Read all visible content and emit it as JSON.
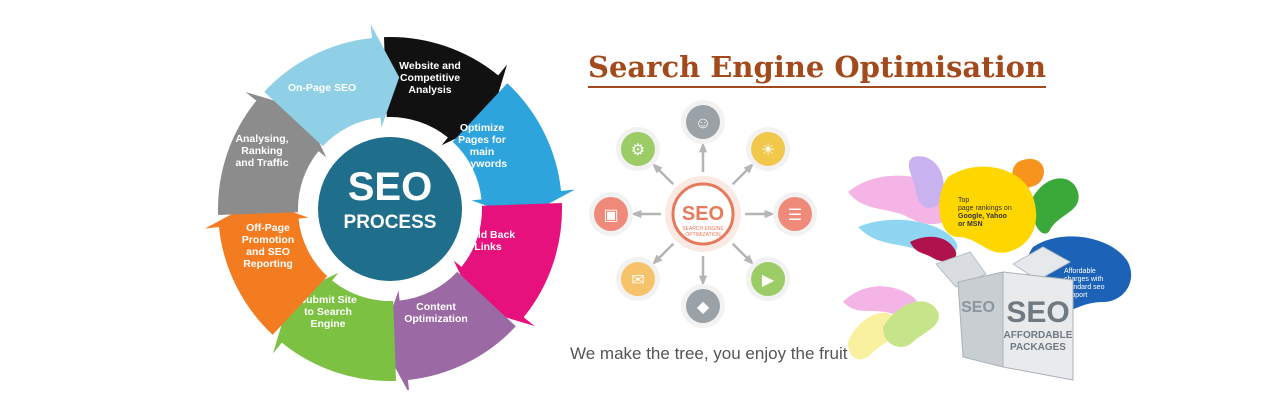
{
  "banner": {
    "title": "Search Engine Optimisation",
    "tagline": "We make the tree, you enjoy the fruit"
  },
  "cycle": {
    "hub_line1": "SEO",
    "hub_line2": "PROCESS",
    "hub_color": "#1f6e8c",
    "steps": [
      {
        "lines": [
          "Website and",
          "Competitive",
          "Analysis"
        ],
        "color": "#111111",
        "text_color": "#ffffff"
      },
      {
        "lines": [
          "Optimize",
          "Pages for",
          "main",
          "Keywords"
        ],
        "color": "#2ea4dc",
        "text_color": "#ffffff"
      },
      {
        "lines": [
          "Build Back",
          "Links"
        ],
        "color": "#e6117c",
        "text_color": "#ffffff"
      },
      {
        "lines": [
          "Content",
          "Optimization"
        ],
        "color": "#9b6aa4",
        "text_color": "#ffffff"
      },
      {
        "lines": [
          "Submit Site",
          "to Search",
          "Engine"
        ],
        "color": "#7cc142",
        "text_color": "#ffffff"
      },
      {
        "lines": [
          "Off-Page",
          "Promotion",
          "and SEO",
          "Reporting"
        ],
        "color": "#f47c20",
        "text_color": "#ffffff"
      },
      {
        "lines": [
          "Analysing,",
          "Ranking",
          "and Traffic"
        ],
        "color": "#8c8c8c",
        "text_color": "#ffffff"
      },
      {
        "lines": [
          "On-Page SEO"
        ],
        "color": "#8fd0e6",
        "text_color": "#ffffff"
      }
    ]
  },
  "network": {
    "center_line1": "SEO",
    "center_line2": "SEARCH ENGINE",
    "center_line3": "OPTIMIZATION",
    "center_color": "#e77a5a",
    "icons": [
      {
        "name": "users-icon",
        "color": "#9aa2a8"
      },
      {
        "name": "lightbulb-icon",
        "color": "#f2c84b"
      },
      {
        "name": "sitemap-icon",
        "color": "#ef8a7a"
      },
      {
        "name": "megaphone-icon",
        "color": "#9ccc65"
      },
      {
        "name": "tag-icon",
        "color": "#9aa2a8"
      },
      {
        "name": "mail-icon",
        "color": "#f6c36b"
      },
      {
        "name": "presentation-icon",
        "color": "#ef8a7a"
      },
      {
        "name": "gear-icon",
        "color": "#9ccc65"
      }
    ]
  },
  "package": {
    "box_label": "SEO",
    "box_sublabel1": "AFFORDABLE",
    "box_sublabel2": "PACKAGES",
    "side_label": "SEO",
    "yellow_line1": "Top",
    "yellow_line2": "page rankings on",
    "yellow_line3": "Google, Yahoo",
    "yellow_line4": "or MSN",
    "blue_line1": "Affordable",
    "blue_line2": "charges with",
    "blue_line3": "standard seo",
    "blue_line4": "support"
  }
}
